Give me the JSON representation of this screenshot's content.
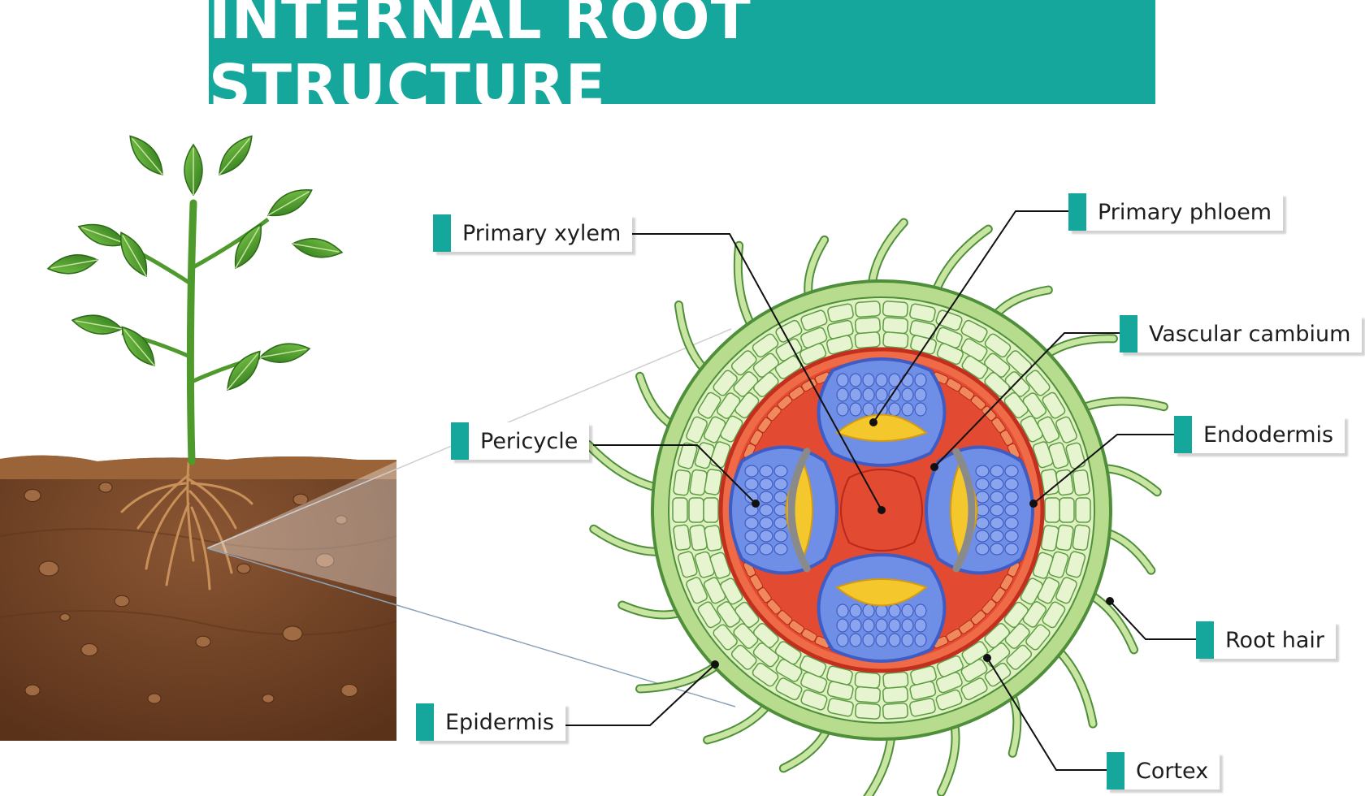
{
  "title": "INTERNAL ROOT STRUCTURE",
  "colors": {
    "accent": "#16a79c",
    "epidermis": "#b7dc8e",
    "cortex_cell": "#dff0c2",
    "cortex_outline": "#4f8f3a",
    "endodermis": "#e0402e",
    "pith": "#e34a32",
    "phloem_blue": "#6f8fe6",
    "xylem_yellow": "#f4c72c",
    "cambium_gray": "#8a8a8a",
    "soil": "#7a4a2a",
    "leaf": "#4ca22c"
  },
  "labels": {
    "primary_xylem": "Primary xylem",
    "primary_phloem": "Primary phloem",
    "vascular_cambium": "Vascular cambium",
    "pericycle": "Pericycle",
    "endodermis": "Endodermis",
    "root_hair": "Root hair",
    "epidermis": "Epidermis",
    "cortex": "Cortex"
  }
}
